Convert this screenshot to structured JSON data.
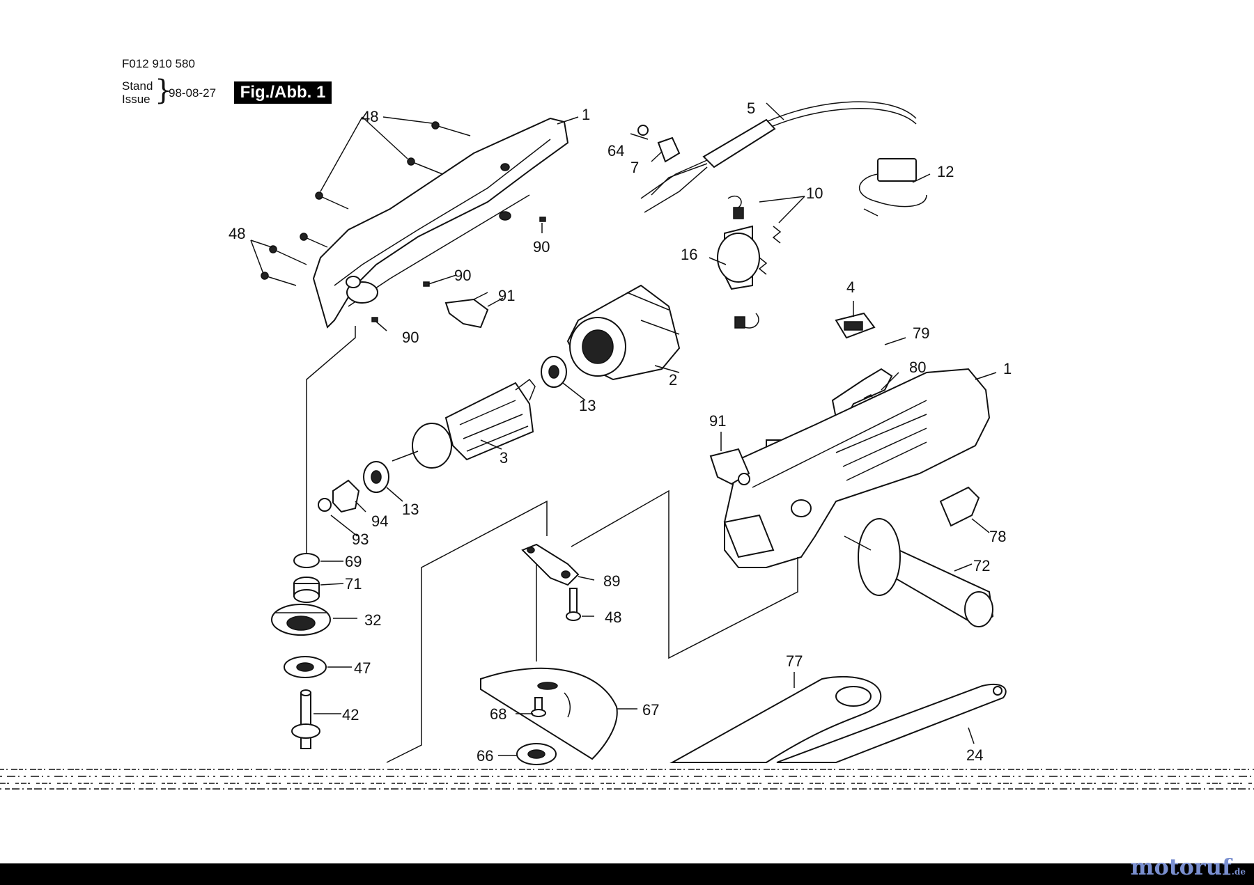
{
  "header": {
    "doc_number": "F012 910 580",
    "stand_label": "Stand",
    "issue_label": "Issue",
    "date": "98-08-27",
    "figure_label": "Fig./Abb. 1"
  },
  "part_labels": {
    "p48a": "48",
    "p1a": "1",
    "p5": "5",
    "p64": "64",
    "p7": "7",
    "p12": "12",
    "p10": "10",
    "p48b": "48",
    "p90a": "90",
    "p16": "16",
    "p90b": "90",
    "p91a": "91",
    "p4": "4",
    "p90c": "90",
    "p79": "79",
    "p2": "2",
    "p80": "80",
    "p1b": "1",
    "p13a": "13",
    "p91b": "91",
    "p3": "3",
    "p13b": "13",
    "p94": "94",
    "p78": "78",
    "p93": "93",
    "p69": "69",
    "p72": "72",
    "p89": "89",
    "p71": "71",
    "p32": "32",
    "p48c": "48",
    "p47": "47",
    "p77": "77",
    "p67": "67",
    "p42": "42",
    "p68": "68",
    "p24": "24",
    "p66": "66"
  },
  "watermark": {
    "brand": "motoruf",
    "suffix": ".de",
    "color": "#7a8fd0"
  }
}
